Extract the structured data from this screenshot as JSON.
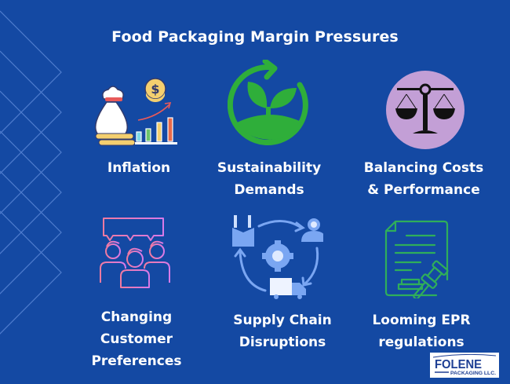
{
  "title": "Food Packaging Margin Pressures",
  "colors": {
    "background": "#1449a3",
    "text": "#ffffff",
    "pattern_line": "#5a86d6",
    "sustainability_green": "#2fae3a",
    "balance_circle": "#c39fd6",
    "customers_pink": "#e97cc4",
    "supply_chain_blue": "#7aa6f2",
    "epr_green": "#2fae5a",
    "logo_blue": "#1e3f94"
  },
  "items": [
    {
      "label_lines": [
        "Inflation"
      ],
      "icon": "money-bag-growth-icon"
    },
    {
      "label_lines": [
        "Sustainability",
        "Demands"
      ],
      "icon": "sprout-cycle-icon"
    },
    {
      "label_lines": [
        "Balancing Costs",
        "& Performance"
      ],
      "icon": "balance-scale-icon"
    },
    {
      "label_lines": [
        "Changing",
        "Customer",
        "Preferences"
      ],
      "icon": "customers-speech-icon"
    },
    {
      "label_lines": [
        "Supply Chain",
        "Disruptions"
      ],
      "icon": "supply-chain-cycle-icon"
    },
    {
      "label_lines": [
        "Looming EPR",
        "regulations"
      ],
      "icon": "document-gavel-icon"
    }
  ],
  "logo": {
    "brand": "FOLENE",
    "sub": "PACKAGING LLC."
  }
}
